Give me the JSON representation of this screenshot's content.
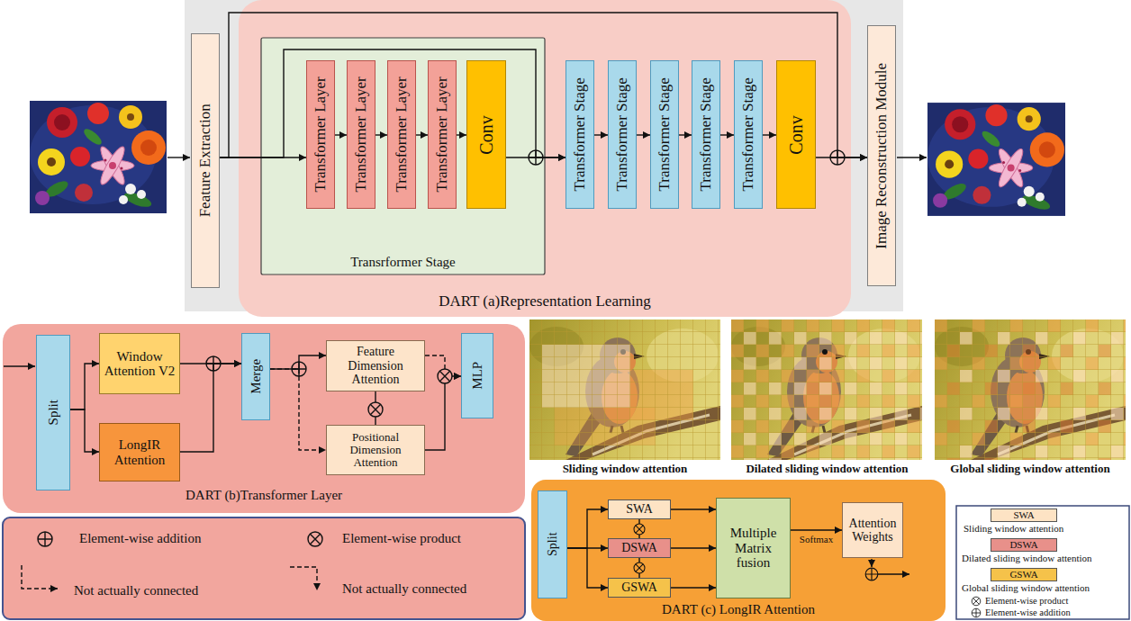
{
  "diagram": {
    "nodes": [
      {
        "text": [
          "Feature Extraction"
        ]
      },
      {
        "text": [
          "DART (a)Representation Learning"
        ]
      },
      {
        "text": [
          "Transrformer Stage"
        ],
        "in": 1
      },
      {
        "text": [
          "Transformer Layer"
        ],
        "in": 2
      },
      {
        "text": [
          "Transformer Layer"
        ],
        "in": 2
      },
      {
        "text": [
          "Transformer Layer"
        ],
        "in": 2
      },
      {
        "text": [
          "Transformer Layer"
        ],
        "in": 2
      },
      {
        "text": [
          "Conv"
        ],
        "in": 2
      },
      {
        "text": [
          "Transformer Stage"
        ],
        "in": 1
      },
      {
        "text": [
          "Transformer Stage"
        ],
        "in": 1
      },
      {
        "text": [
          "Transformer Stage"
        ],
        "in": 1
      },
      {
        "text": [
          "Transformer Stage"
        ],
        "in": 1
      },
      {
        "text": [
          "Transformer Stage"
        ],
        "in": 1
      },
      {
        "text": [
          "Conv"
        ],
        "in": 1
      },
      {
        "text": [
          "Image Reconstruction Module"
        ]
      },
      {
        "text": [
          "DART (b)Transformer Layer"
        ]
      },
      {
        "text": [
          "Split"
        ],
        "in": 15
      },
      {
        "text": [
          "Window Attention V2"
        ],
        "in": 15
      },
      {
        "text": [
          "LongIR Attention"
        ],
        "in": 15
      },
      {
        "text": [
          "Merge"
        ],
        "in": 15
      },
      {
        "text": [
          "Feature Dimension Attention"
        ],
        "in": 15
      },
      {
        "text": [
          "Positional Dimension Attention"
        ],
        "in": 15
      },
      {
        "text": [
          "MLP"
        ],
        "in": 15
      },
      {
        "text": [
          "DART (c) LongIR Attention"
        ]
      },
      {
        "text": [
          "Split"
        ],
        "in": 23
      },
      {
        "text": [
          "SWA"
        ],
        "in": 23
      },
      {
        "text": [
          "DSWA"
        ],
        "in": 23
      },
      {
        "text": [
          "GSWA"
        ],
        "in": 23
      },
      {
        "text": [
          "Multiple Matrix fusion"
        ],
        "in": 23
      },
      {
        "text": [
          "Attention Weights"
        ],
        "in": 23
      }
    ],
    "edges": [
      {
        "from": 0,
        "to": 3,
        "arrow": "to"
      },
      {
        "from": 3,
        "to": 4,
        "arrow": "to"
      },
      {
        "from": 4,
        "to": 5,
        "arrow": "to"
      },
      {
        "from": 5,
        "to": 6,
        "arrow": "to"
      },
      {
        "from": 6,
        "to": 7,
        "arrow": "to"
      },
      {
        "from": 7,
        "to": 8,
        "arrow": "to"
      },
      {
        "from": 0,
        "to": 8,
        "arrow": "to"
      },
      {
        "from": 8,
        "to": 9,
        "arrow": "to"
      },
      {
        "from": 9,
        "to": 10,
        "arrow": "to"
      },
      {
        "from": 10,
        "to": 11,
        "arrow": "to"
      },
      {
        "from": 11,
        "to": 12,
        "arrow": "to"
      },
      {
        "from": 12,
        "to": 13,
        "arrow": "to"
      },
      {
        "from": 13,
        "to": 14,
        "arrow": "to"
      },
      {
        "from": 0,
        "to": 14,
        "arrow": "to"
      },
      {
        "from": 16,
        "to": 17,
        "arrow": "to"
      },
      {
        "from": 16,
        "to": 18,
        "arrow": "to"
      },
      {
        "from": 17,
        "to": 19,
        "arrow": "to"
      },
      {
        "from": 18,
        "to": 19,
        "arrow": "to"
      },
      {
        "from": 19,
        "to": 20,
        "arrow": "to"
      },
      {
        "from": 19,
        "to": 21,
        "arrow": "to"
      },
      {
        "from": 20,
        "to": 22,
        "arrow": "to"
      },
      {
        "from": 21,
        "to": 22,
        "arrow": "to"
      },
      {
        "from": 20,
        "to": 21,
        "arrow": "none"
      },
      {
        "from": 24,
        "to": 25,
        "arrow": "to"
      },
      {
        "from": 24,
        "to": 26,
        "arrow": "to"
      },
      {
        "from": 24,
        "to": 27,
        "arrow": "to"
      },
      {
        "from": 25,
        "to": 28,
        "arrow": "to"
      },
      {
        "from": 26,
        "to": 28,
        "arrow": "to"
      },
      {
        "from": 27,
        "to": 28,
        "arrow": "to"
      },
      {
        "from": 28,
        "to": 29,
        "arrow": "to",
        "label": "Softmax"
      },
      {
        "from": 25,
        "to": 26,
        "arrow": "none"
      },
      {
        "from": 26,
        "to": 27,
        "arrow": "none"
      }
    ],
    "labels": [
      "Sliding window attention",
      "Dilated sliding window attention",
      "Global sliding window attention",
      "SWA",
      "DSWA",
      "GSWA"
    ],
    "legend": [
      {
        "text": "Element-wise addition"
      },
      {
        "text": "Element-wise product"
      },
      {
        "text": "Not actually connected"
      },
      {
        "text": "Not actually connected"
      },
      {
        "text": "Sliding window attention",
        "color": "#fde3c4"
      },
      {
        "text": "Dilated sliding window attention",
        "color": "#e8908a"
      },
      {
        "text": "Global sliding window attention",
        "color": "#f5c24a"
      },
      {
        "text": "Element-wise product"
      },
      {
        "text": "Element-wise addition"
      }
    ]
  }
}
